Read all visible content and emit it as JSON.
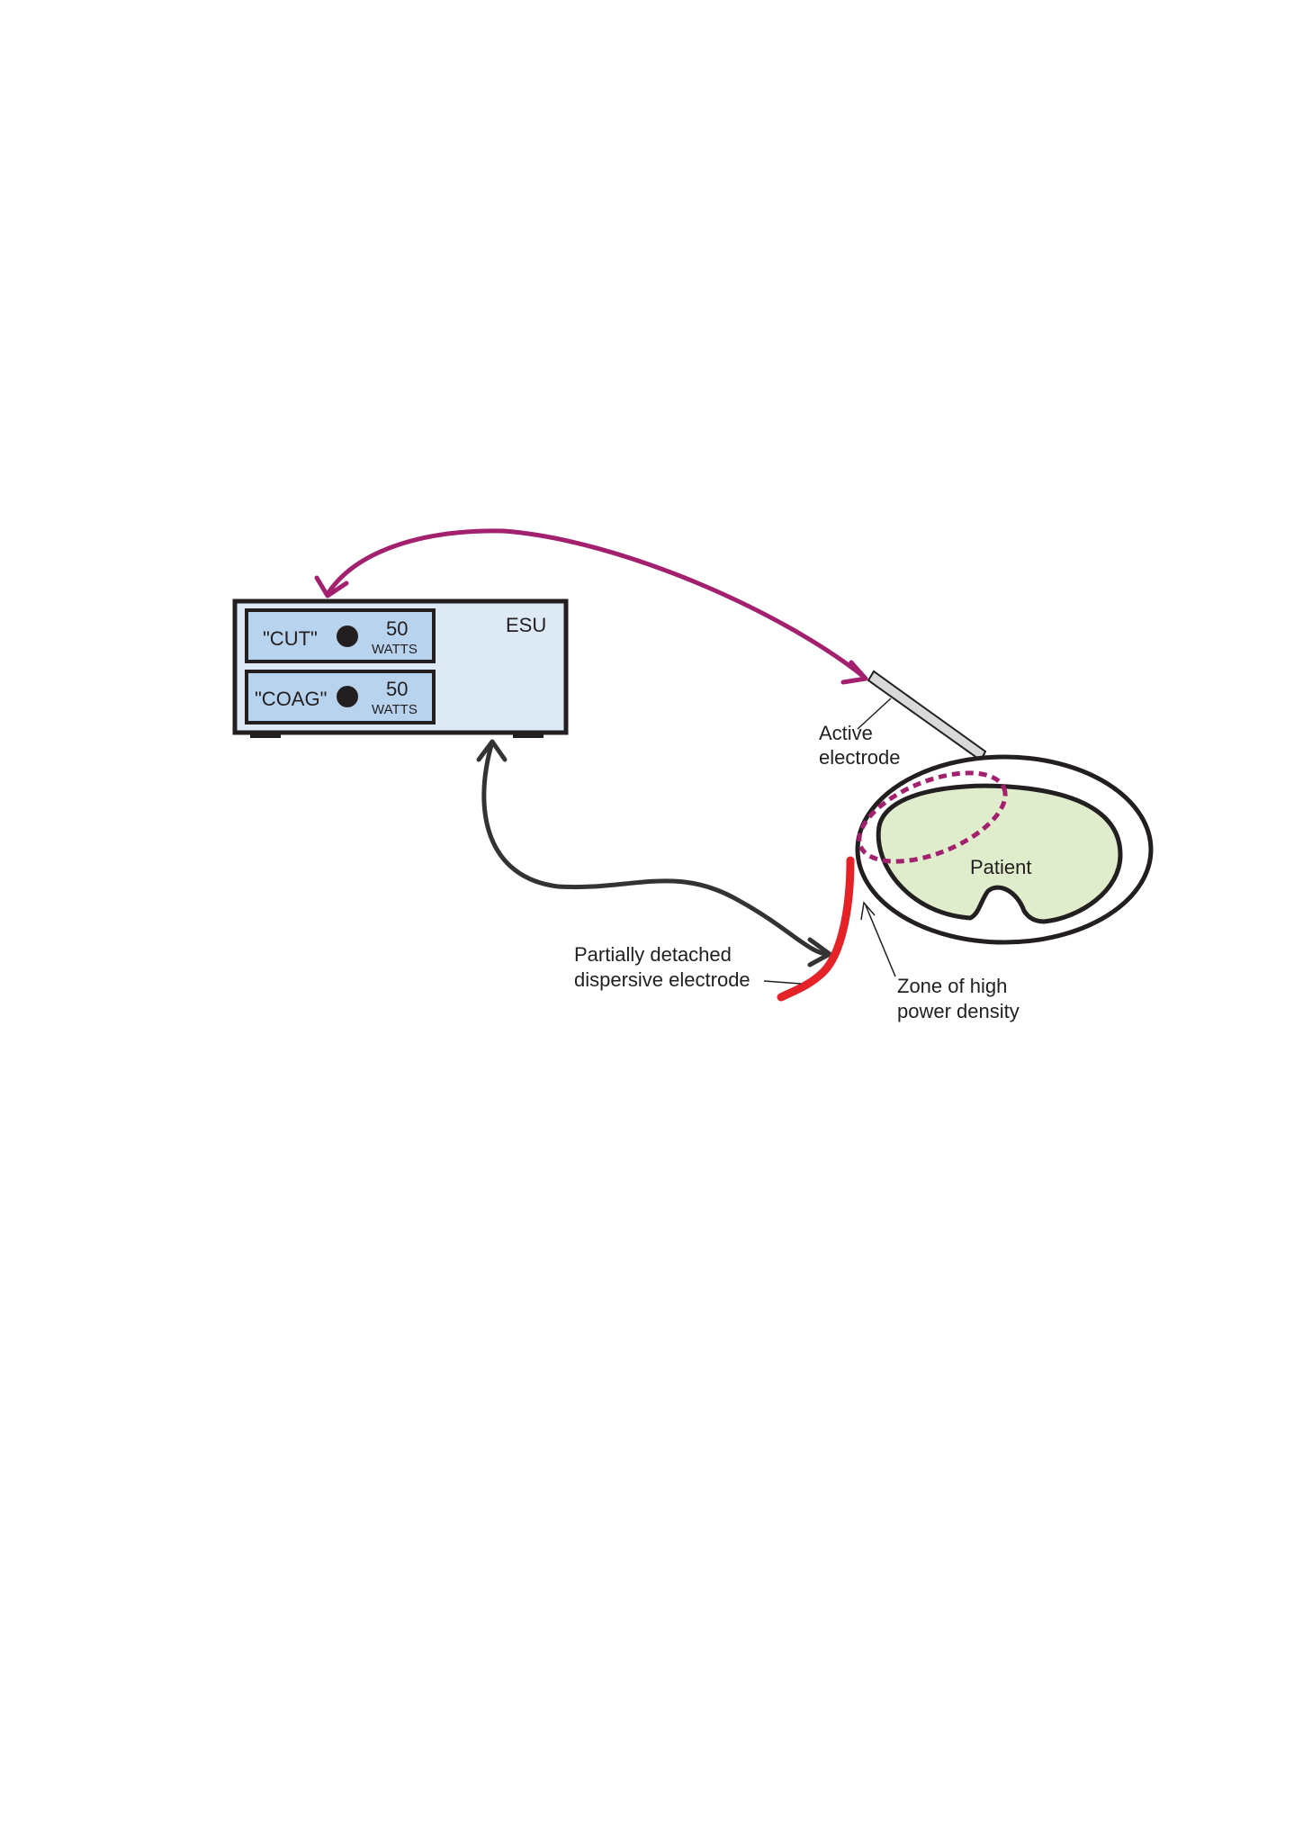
{
  "esu": {
    "label": "ESU",
    "panels": [
      {
        "mode": "\"CUT\"",
        "value": "50",
        "unit": "WATTS"
      },
      {
        "mode": "\"COAG\"",
        "value": "50",
        "unit": "WATTS"
      }
    ]
  },
  "patient": {
    "label": "Patient"
  },
  "labels": {
    "active_electrode": [
      "Active",
      "electrode"
    ],
    "dispersive_electrode": [
      "Partially detached",
      "dispersive electrode"
    ],
    "zone": [
      "Zone of high",
      "power density"
    ]
  },
  "colors": {
    "esu_fill": "#ddeaf6",
    "panel_fill": "#b8d3ee",
    "patient_fill": "#e0edcc",
    "active_lead": "#a3206f",
    "return_lead": "#333333",
    "dispersive_electrode": "#e52228",
    "outline": "#231f20"
  }
}
